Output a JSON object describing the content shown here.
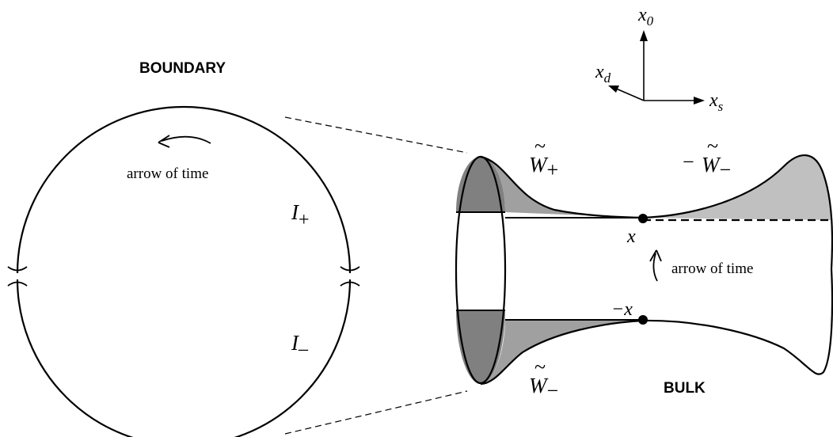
{
  "labels": {
    "boundary": "BOUNDARY",
    "bulk": "BULK",
    "arrow_of_time_left": "arrow of time",
    "arrow_of_time_right": "arrow of time",
    "i_plus": "I",
    "i_plus_sub": "+",
    "i_minus": "I",
    "i_minus_sub": "_",
    "w_plus": "W",
    "w_plus_sub": "+",
    "minus_w_minus_prefix": "−",
    "minus_w_minus": "W",
    "minus_w_minus_sub": "−",
    "w_minus_bottom": "W",
    "w_minus_bottom_sub": "−",
    "tilde": "~",
    "point_x": "x",
    "point_minus_x": "−x"
  },
  "axes": {
    "x0": "x",
    "x0_sub": "0",
    "xd": "x",
    "xd_sub": "d",
    "xs": "x",
    "xs_sub": "s"
  },
  "colors": {
    "line": "#000000",
    "dark_fill": "#808080",
    "light_fill": "#c0c0c0",
    "mid_fill": "#a0a0a0"
  }
}
